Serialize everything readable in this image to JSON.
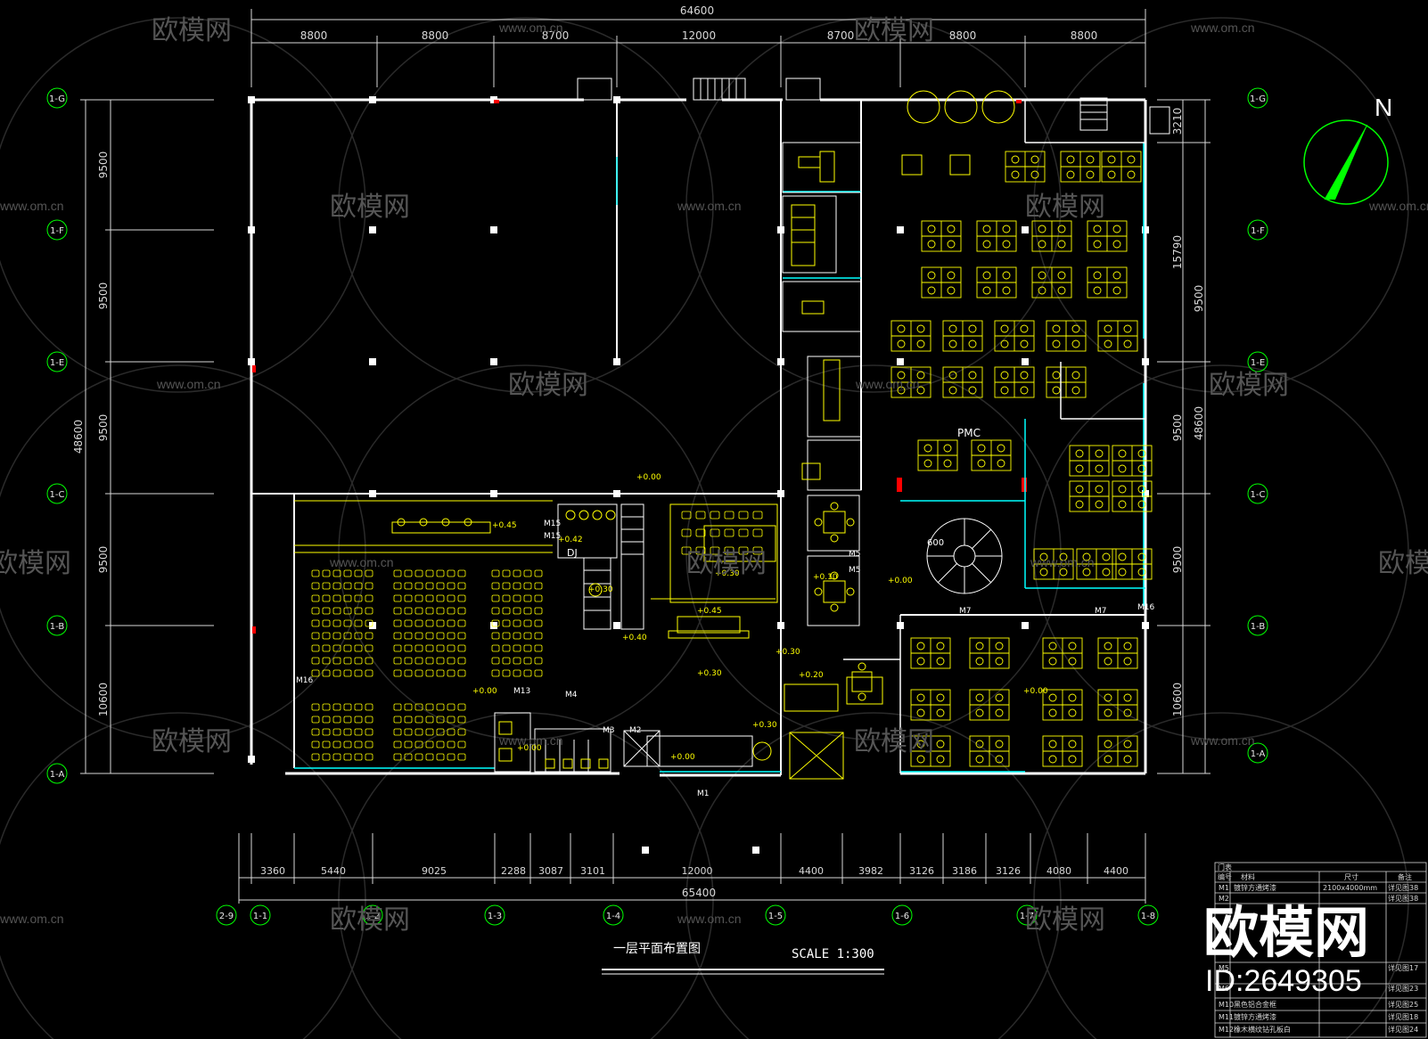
{
  "drawing": {
    "title": "一层平面布置图",
    "scale": "SCALE 1:300",
    "north": "N"
  },
  "dims_top": {
    "total": "64600",
    "segments": [
      "8800",
      "8800",
      "8700",
      "12000",
      "8700",
      "8800",
      "8800"
    ]
  },
  "dims_bottom": {
    "total": "65400",
    "segments": [
      "3360",
      "5440",
      "9025",
      "2288",
      "3087",
      "3101",
      "12000",
      "4400",
      "3982",
      "3126",
      "3186",
      "3126",
      "4080",
      "4400"
    ]
  },
  "dims_left": {
    "total": "48600",
    "segments": [
      "9500",
      "9500",
      "9500",
      "9500",
      "10600"
    ]
  },
  "dims_right": {
    "labels": [
      "3210",
      "15790",
      "9500",
      "9500",
      "48600",
      "9500",
      "10600"
    ]
  },
  "axes_left": [
    "1-G",
    "1-F",
    "1-E",
    "1-C",
    "1-B",
    "1-A"
  ],
  "axes_right": [
    "1-G",
    "1-F",
    "1-E",
    "1-C",
    "1-B",
    "1-A"
  ],
  "axes_bottom": [
    "2-9",
    "1-1",
    "1-2",
    "1-3",
    "1-4",
    "1-5",
    "1-6",
    "1-7",
    "1-8"
  ],
  "plan_labels": {
    "pmc": "PMC",
    "stair_size": "600",
    "elevations": [
      "+0.45",
      "+0.00",
      "+0.30",
      "+0.42",
      "+0.30",
      "+0.45",
      "+0.40",
      "+0.00",
      "+0.30",
      "+0.20",
      "+0.30",
      "+0.00",
      "+0.00",
      "+0.00",
      "+0.30",
      "+0.00",
      "+0.10"
    ],
    "doors": [
      "M16",
      "M13",
      "M4",
      "M15",
      "M15",
      "M3",
      "M2",
      "M1",
      "M5",
      "M5",
      "M7",
      "M7",
      "M16"
    ],
    "dj": "DJ"
  },
  "door_table": {
    "title": "门表",
    "headers": [
      "编号",
      "材料",
      "尺寸",
      "备注"
    ],
    "rows": [
      [
        "M1",
        "镀锌方通烤漆",
        "2100x4000mm",
        "详见图38"
      ],
      [
        "M2",
        "",
        "",
        "详见图38"
      ],
      [
        "M5",
        "",
        "",
        "详见图17"
      ],
      [
        "M6",
        "",
        "",
        "详见图23"
      ],
      [
        "M10",
        "黑色铝合金框",
        "",
        "详见图25"
      ],
      [
        "M11",
        "镀锌方通烤漆",
        "",
        "详见图18"
      ],
      [
        "M12",
        "橡木横纹钻孔板白",
        "",
        "详见图24"
      ]
    ]
  },
  "watermark": {
    "brand": "欧模网",
    "url": "www.om.cn",
    "id": "ID:2649305"
  },
  "colors": {
    "wall": "#ffffff",
    "furniture": "#ffff00",
    "dim": "#d8d8d8",
    "glass": "#00ffff",
    "north": "#00ff00",
    "axis": "#00ff00",
    "red": "#ff0000"
  }
}
